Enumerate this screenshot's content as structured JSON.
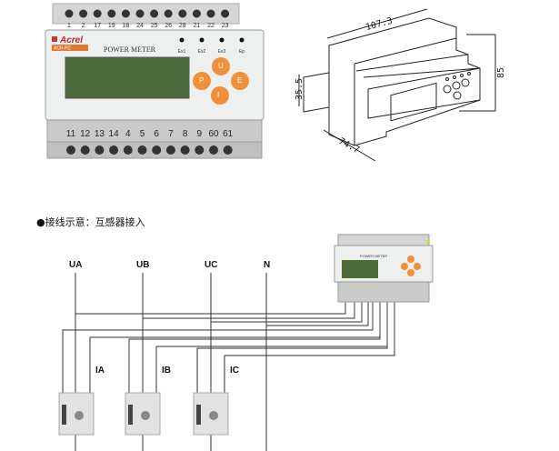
{
  "meter_photo": {
    "top_terminals": [
      "1",
      "2",
      "17",
      "19",
      "18",
      "24",
      "25",
      "26",
      "28",
      "21",
      "22",
      "23"
    ],
    "brand": "Acrel",
    "model_strip": "ACR-PZ",
    "panel_title": "POWER METER",
    "leds": [
      "Ex1",
      "Ex2",
      "Ex3",
      "Ep"
    ],
    "buttons": [
      "U",
      "P",
      "E",
      "I"
    ],
    "bottom_terminals": [
      "11",
      "12",
      "13",
      "14",
      "4",
      "5",
      "6",
      "7",
      "8",
      "9",
      "60",
      "61"
    ]
  },
  "dimensions": {
    "width": "107.3",
    "height": "85",
    "rail": "35.5",
    "depth": "74.7"
  },
  "wiring": {
    "title": "●接线示意：互感器接入",
    "phases": [
      "UA",
      "UB",
      "UC",
      "N"
    ],
    "currents": [
      "IA",
      "IB",
      "IC"
    ],
    "mini_meter_title": "POWER METER"
  },
  "colors": {
    "button": "#f0903a",
    "lcd": "#4d6a3c",
    "wire": "#333333"
  }
}
